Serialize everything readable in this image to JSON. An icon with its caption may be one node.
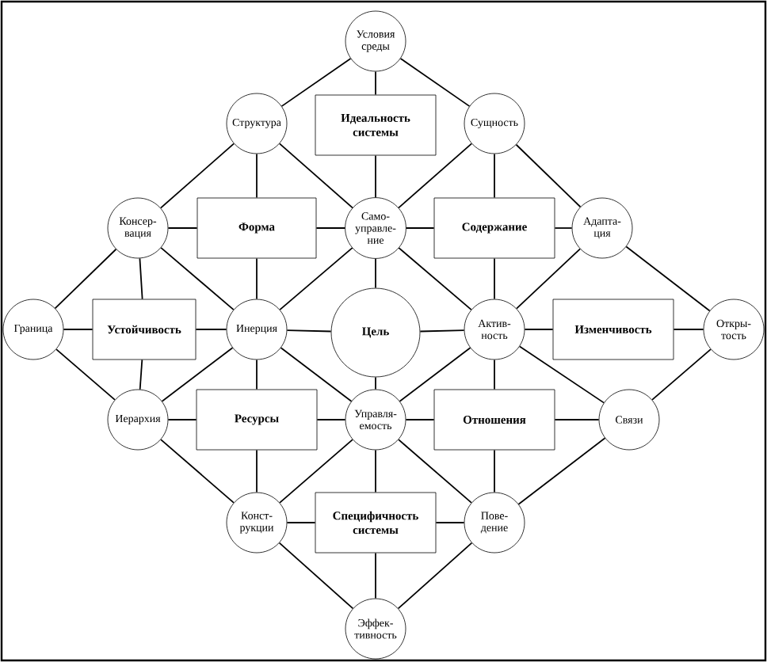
{
  "diagram": {
    "nodes": [
      {
        "text": [
          "Условия среды"
        ]
      },
      {
        "text": [
          "Структура"
        ]
      },
      {
        "text": [
          "Идеальность системы"
        ]
      },
      {
        "text": [
          "Сущность"
        ]
      },
      {
        "text": [
          "Консер- вация"
        ]
      },
      {
        "text": [
          "Форма"
        ]
      },
      {
        "text": [
          "Само- управле- ние"
        ]
      },
      {
        "text": [
          "Содержание"
        ]
      },
      {
        "text": [
          "Адапта- ция"
        ]
      },
      {
        "text": [
          "Граница"
        ]
      },
      {
        "text": [
          "Устойчивость"
        ]
      },
      {
        "text": [
          "Инерция"
        ]
      },
      {
        "text": [
          "Цель"
        ]
      },
      {
        "text": [
          "Актив- ность"
        ]
      },
      {
        "text": [
          "Изменчивость"
        ]
      },
      {
        "text": [
          "Откры- тость"
        ]
      },
      {
        "text": [
          "Иерархия"
        ]
      },
      {
        "text": [
          "Ресурсы"
        ]
      },
      {
        "text": [
          "Управля- емость"
        ]
      },
      {
        "text": [
          "Отношения"
        ]
      },
      {
        "text": [
          "Связи"
        ]
      },
      {
        "text": [
          "Конст- рукции"
        ]
      },
      {
        "text": [
          "Специфичность системы"
        ]
      },
      {
        "text": [
          "Пове- дение"
        ]
      },
      {
        "text": [
          "Эффек- тивность"
        ]
      }
    ],
    "edges": [
      {
        "from": 0,
        "to": 1,
        "arrow": "none"
      },
      {
        "from": 0,
        "to": 3,
        "arrow": "none"
      },
      {
        "from": 0,
        "to": 2,
        "arrow": "none"
      },
      {
        "from": 1,
        "to": 4,
        "arrow": "none"
      },
      {
        "from": 1,
        "to": 5,
        "arrow": "none"
      },
      {
        "from": 1,
        "to": 6,
        "arrow": "none"
      },
      {
        "from": 3,
        "to": 6,
        "arrow": "none"
      },
      {
        "from": 3,
        "to": 7,
        "arrow": "none"
      },
      {
        "from": 3,
        "to": 8,
        "arrow": "none"
      },
      {
        "from": 2,
        "to": 6,
        "arrow": "none"
      },
      {
        "from": 4,
        "to": 5,
        "arrow": "none"
      },
      {
        "from": 4,
        "to": 9,
        "arrow": "none"
      },
      {
        "from": 4,
        "to": 10,
        "arrow": "none"
      },
      {
        "from": 4,
        "to": 11,
        "arrow": "none"
      },
      {
        "from": 5,
        "to": 6,
        "arrow": "none"
      },
      {
        "from": 5,
        "to": 11,
        "arrow": "none"
      },
      {
        "from": 6,
        "to": 7,
        "arrow": "none"
      },
      {
        "from": 6,
        "to": 11,
        "arrow": "none"
      },
      {
        "from": 6,
        "to": 13,
        "arrow": "none"
      },
      {
        "from": 6,
        "to": 12,
        "arrow": "none"
      },
      {
        "from": 7,
        "to": 8,
        "arrow": "none"
      },
      {
        "from": 7,
        "to": 13,
        "arrow": "none"
      },
      {
        "from": 8,
        "to": 13,
        "arrow": "none"
      },
      {
        "from": 8,
        "to": 15,
        "arrow": "none"
      },
      {
        "from": 9,
        "to": 10,
        "arrow": "none"
      },
      {
        "from": 10,
        "to": 11,
        "arrow": "none"
      },
      {
        "from": 11,
        "to": 12,
        "arrow": "none"
      },
      {
        "from": 12,
        "to": 13,
        "arrow": "none"
      },
      {
        "from": 13,
        "to": 14,
        "arrow": "none"
      },
      {
        "from": 14,
        "to": 15,
        "arrow": "none"
      },
      {
        "from": 10,
        "to": 16,
        "arrow": "none"
      },
      {
        "from": 9,
        "to": 16,
        "arrow": "none"
      },
      {
        "from": 11,
        "to": 16,
        "arrow": "none"
      },
      {
        "from": 11,
        "to": 17,
        "arrow": "none"
      },
      {
        "from": 11,
        "to": 18,
        "arrow": "none"
      },
      {
        "from": 12,
        "to": 18,
        "arrow": "none"
      },
      {
        "from": 13,
        "to": 18,
        "arrow": "none"
      },
      {
        "from": 13,
        "to": 19,
        "arrow": "none"
      },
      {
        "from": 13,
        "to": 20,
        "arrow": "none"
      },
      {
        "from": 15,
        "to": 20,
        "arrow": "none"
      },
      {
        "from": 16,
        "to": 17,
        "arrow": "none"
      },
      {
        "from": 17,
        "to": 18,
        "arrow": "none"
      },
      {
        "from": 18,
        "to": 19,
        "arrow": "none"
      },
      {
        "from": 19,
        "to": 20,
        "arrow": "none"
      },
      {
        "from": 16,
        "to": 21,
        "arrow": "none"
      },
      {
        "from": 17,
        "to": 21,
        "arrow": "none"
      },
      {
        "from": 18,
        "to": 21,
        "arrow": "none"
      },
      {
        "from": 18,
        "to": 22,
        "arrow": "none"
      },
      {
        "from": 18,
        "to": 23,
        "arrow": "none"
      },
      {
        "from": 19,
        "to": 23,
        "arrow": "none"
      },
      {
        "from": 20,
        "to": 23,
        "arrow": "none"
      },
      {
        "from": 21,
        "to": 22,
        "arrow": "none"
      },
      {
        "from": 22,
        "to": 23,
        "arrow": "none"
      },
      {
        "from": 21,
        "to": 24,
        "arrow": "none"
      },
      {
        "from": 22,
        "to": 24,
        "arrow": "none"
      },
      {
        "from": 23,
        "to": 24,
        "arrow": "none"
      }
    ]
  }
}
